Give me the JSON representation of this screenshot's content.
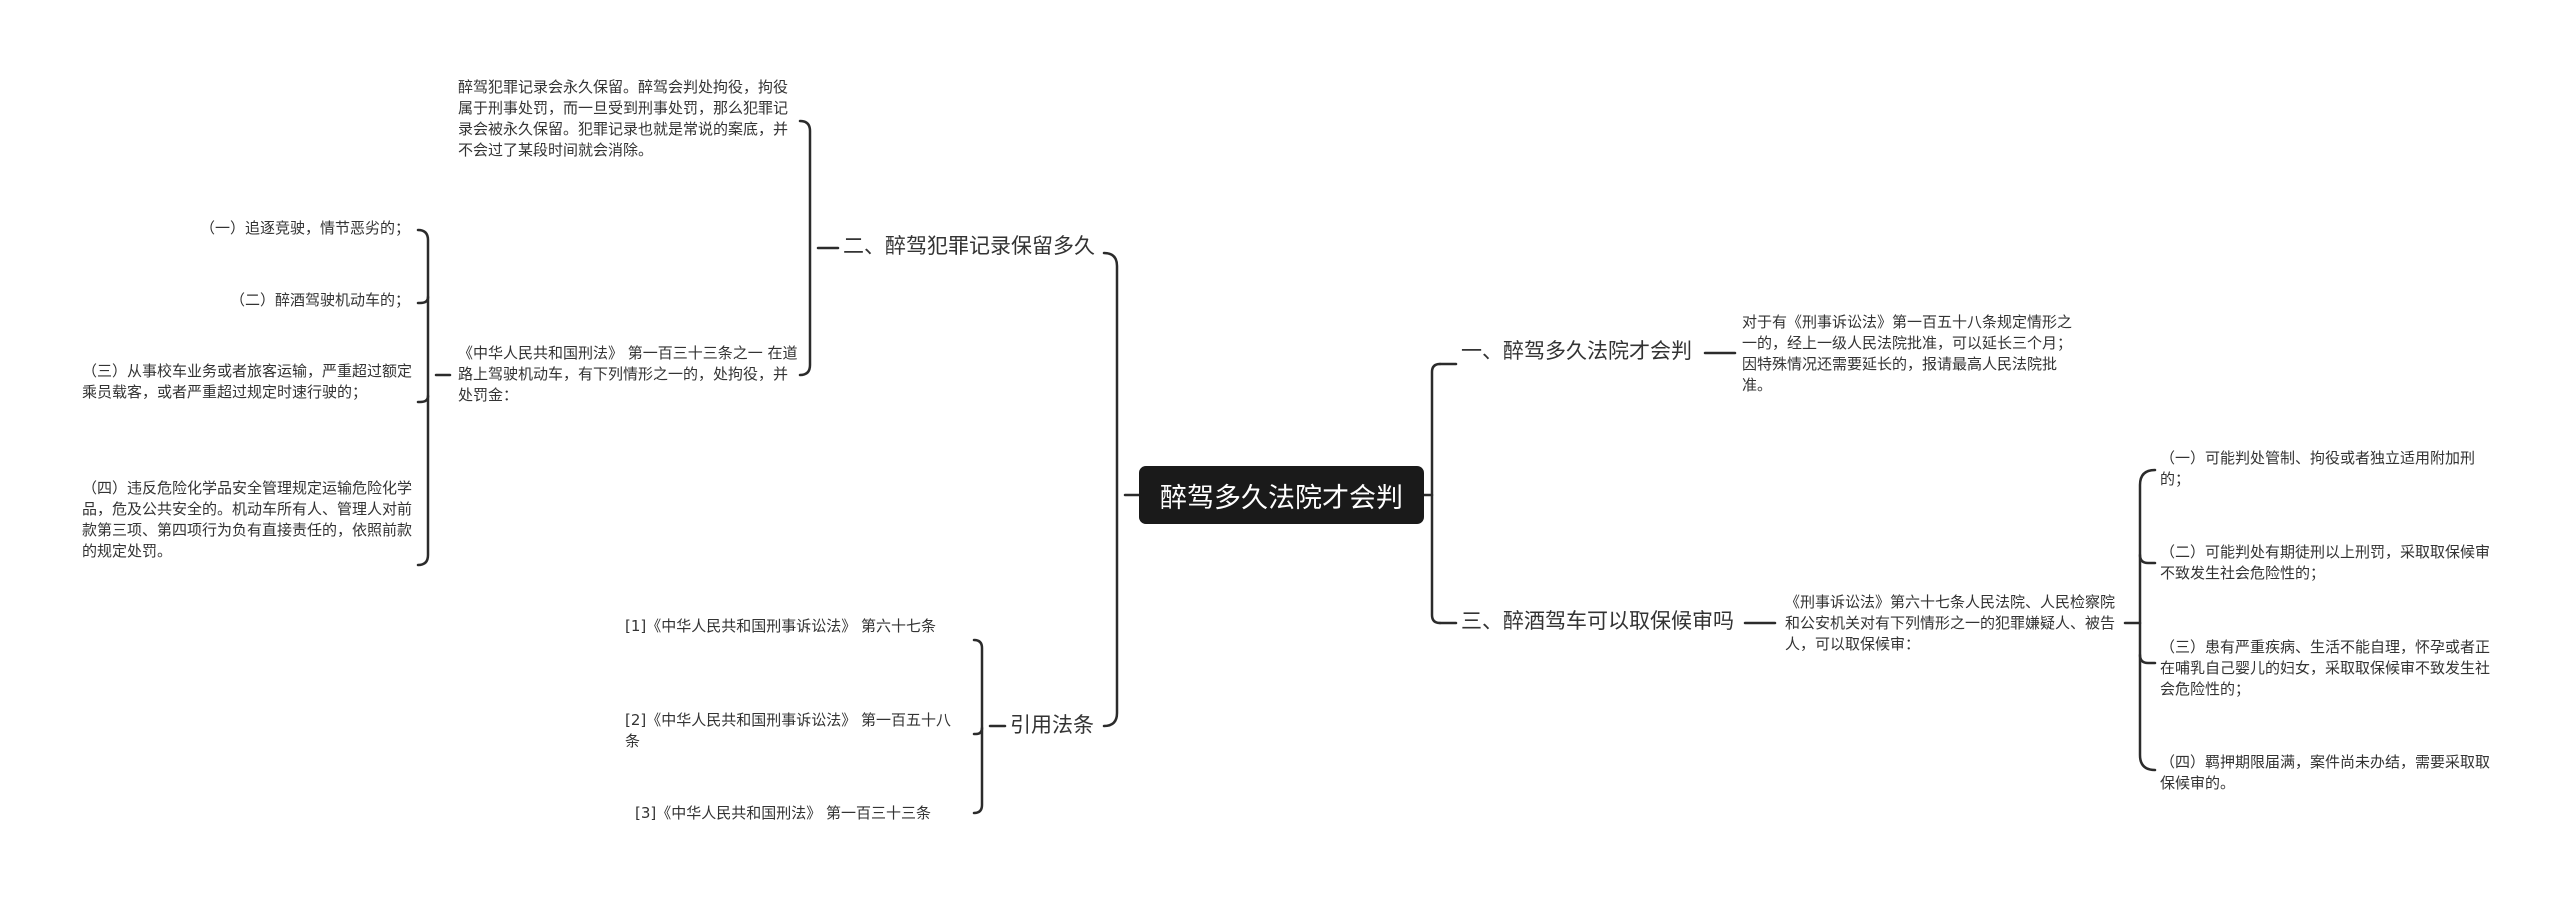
{
  "mindmap": {
    "root": "醉驾多久法院才会判",
    "right": {
      "branch1": {
        "label": "一、醉驾多久法院才会判",
        "detail": "对于有《刑事诉讼法》第一百五十八条规定情形之一的，经上一级人民法院批准，可以延长三个月；因特殊情况还需要延长的，报请最高人民法院批准。"
      },
      "branch3": {
        "label": "三、醉酒驾车可以取保候审吗",
        "detail": "《刑事诉讼法》第六十七条人民法院、人民检察院和公安机关对有下列情形之一的犯罪嫌疑人、被告人，可以取保候审：",
        "items": [
          "（一）可能判处管制、拘役或者独立适用附加刑的；",
          "（二）可能判处有期徒刑以上刑罚，采取取保候审不致发生社会危险性的；",
          "（三）患有严重疾病、生活不能自理，怀孕或者正在哺乳自己婴儿的妇女，采取取保候审不致发生社会危险性的；",
          "（四）羁押期限届满，案件尚未办结，需要采取取保候审的。"
        ]
      }
    },
    "left": {
      "branch2": {
        "label": "二、醉驾犯罪记录保留多久",
        "detail1": "醉驾犯罪记录会永久保留。醉驾会判处拘役，拘役属于刑事处罚，而一旦受到刑事处罚，那么犯罪记录会被永久保留。犯罪记录也就是常说的案底，并不会过了某段时间就会消除。",
        "detail2": "《中华人民共和国刑法》 第一百三十三条之一 在道路上驾驶机动车，有下列情形之一的，处拘役，并处罚金：",
        "items": [
          "（一）追逐竞驶，情节恶劣的；",
          "（二）醉酒驾驶机动车的；",
          "（三）从事校车业务或者旅客运输，严重超过额定乘员载客，或者严重超过规定时速行驶的；",
          "（四）违反危险化学品安全管理规定运输危险化学品，危及公共安全的。机动车所有人、管理人对前款第三项、第四项行为负有直接责任的，依照前款的规定处罚。"
        ]
      },
      "citations": {
        "label": "引用法条",
        "items": [
          "[1]《中华人民共和国刑事诉讼法》 第六十七条",
          "[2]《中华人民共和国刑事诉讼法》 第一百五十八条",
          "[3]《中华人民共和国刑法》 第一百三十三条"
        ]
      }
    }
  }
}
